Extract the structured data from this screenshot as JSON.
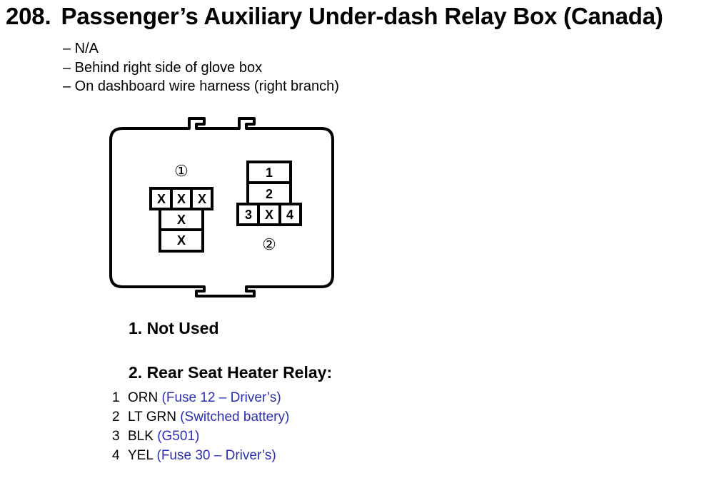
{
  "header": {
    "number": "208.",
    "title": "Passenger’s Auxiliary Under-dash Relay Box (Canada)"
  },
  "locations": [
    "– N/A",
    "– Behind right side of glove box",
    "– On dashboard wire harness (right branch)"
  ],
  "diagram": {
    "socket1": {
      "label": "①",
      "cells": [
        "X",
        "X",
        "X",
        "X",
        "X"
      ]
    },
    "socket2": {
      "label": "②",
      "cells": [
        "1",
        "2",
        "3",
        "X",
        "4"
      ]
    }
  },
  "legend": {
    "item1": "1. Not Used",
    "item2": "2. Rear Seat Heater Relay:"
  },
  "pins": [
    {
      "num": "1",
      "wire": "ORN",
      "note": "(Fuse 12 – Driver’s)"
    },
    {
      "num": "2",
      "wire": "LT GRN",
      "note": "(Switched battery)"
    },
    {
      "num": "3",
      "wire": "BLK",
      "note": "(G501)"
    },
    {
      "num": "4",
      "wire": "YEL",
      "note": "(Fuse 30 – Driver’s)"
    }
  ],
  "colors": {
    "text": "#000000",
    "note": "#2a2fb5"
  }
}
